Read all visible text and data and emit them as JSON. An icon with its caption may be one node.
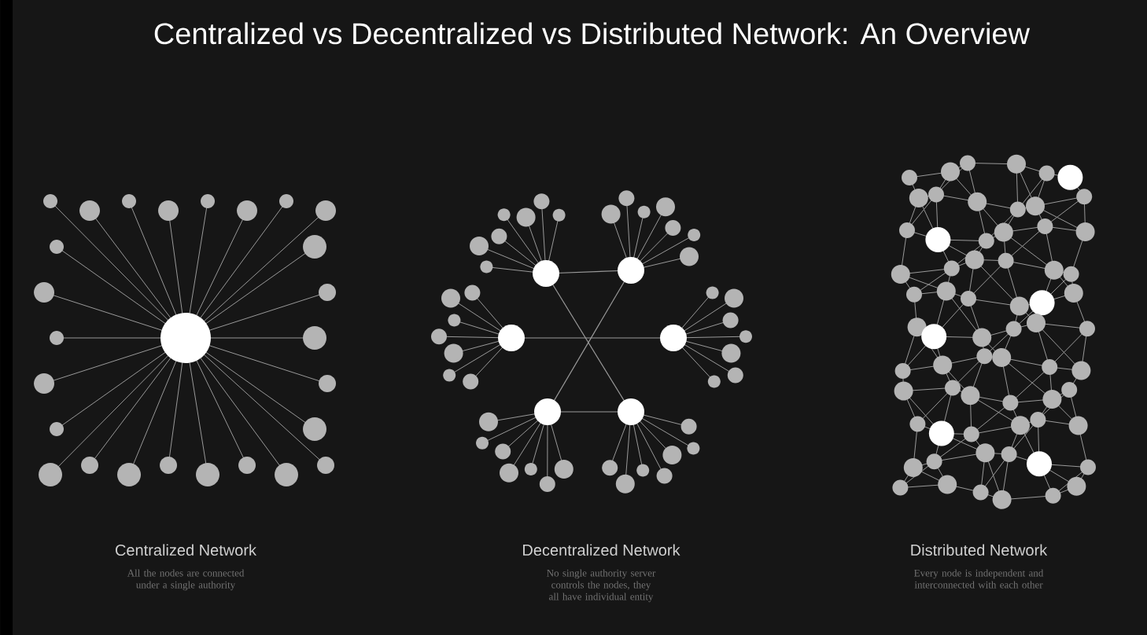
{
  "diagram": {
    "title": "Centralized vs Decentralized vs Distributed Network: An Overview",
    "labels": [
      "Centralized Network",
      "All the nodes are connected under a single authority",
      "Decentralized Network",
      "No single authority server controls the nodes, they all have individual entity",
      "Distributed Network",
      "Every node is independent and interconnected with each other"
    ]
  }
}
